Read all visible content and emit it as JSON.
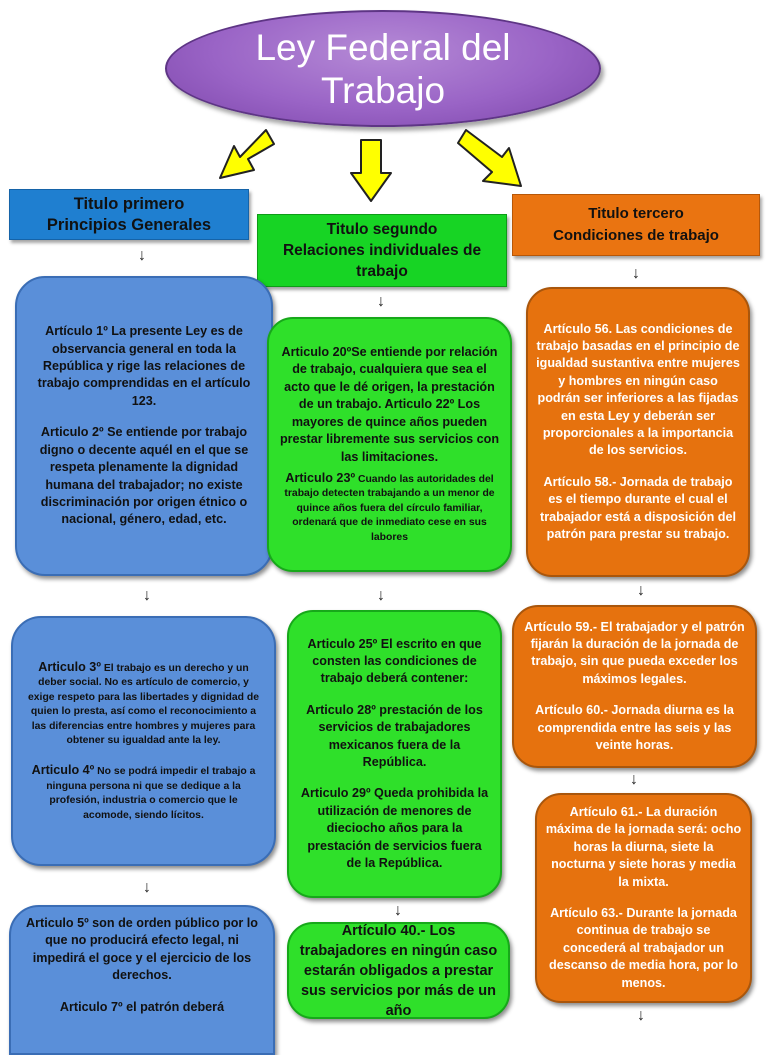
{
  "title": "Ley Federal del\nTrabajo",
  "headers": {
    "primero": "Titulo primero\nPrincipios Generales",
    "segundo": "Titulo segundo\nRelaciones individuales de\ntrabajo",
    "tercero": "Titulo tercero\nCondiciones de trabajo"
  },
  "column1": {
    "box1": {
      "art1": "Artículo 1º La presente Ley es de observancia general en toda la República y rige las relaciones de trabajo comprendidas en el artículo 123.",
      "art2": "Articulo 2º Se entiende por trabajo digno o decente aquél en el que se respeta plenamente la dignidad humana del trabajador; no existe discriminación por origen étnico o nacional, género, edad, etc."
    },
    "box2": {
      "art3_label": "Articulo 3º",
      "art3_text": "El trabajo es un derecho y un deber social. No es artículo de comercio, y exige respeto para las libertades y dignidad de quien lo presta, así como el reconocimiento a las diferencias entre hombres y mujeres para obtener su igualdad ante la ley.",
      "art4_label": "Articulo 4º",
      "art4_text": "No se podrá impedir el trabajo a ninguna persona ni que se dedique a la profesión, industria o comercio que le acomode, siendo lícitos."
    },
    "box3": {
      "art5": "Articulo 5º son de orden público por lo que no producirá efecto legal, ni impedirá el goce y el ejercicio de los derechos.",
      "art7": "Articulo 7º el patrón deberá"
    }
  },
  "column2": {
    "box1": {
      "art20_22": "Articulo 20ºSe entiende por relación de trabajo, cualquiera que sea el acto que le dé origen, la prestación de un trabajo. Articulo 22º Los mayores de quince años pueden prestar libremente sus servicios con las limitaciones.",
      "art23_label": "Articulo 23º",
      "art23_text": "Cuando las autoridades del trabajo detecten trabajando a un menor de quince años fuera del círculo familiar, ordenará que de inmediato cese en sus labores"
    },
    "box2": {
      "art25": "Articulo 25º El escrito en que consten las condiciones de trabajo deberá contener:",
      "art28": "Articulo 28º prestación de los servicios de trabajadores mexicanos fuera de la República.",
      "art29": "Articulo 29º Queda prohibida la utilización de menores de dieciocho años para la prestación de servicios fuera de la República."
    },
    "box3": {
      "art40": "Artículo 40.- Los trabajadores en ningún caso estarán obligados a prestar sus servicios por más de un año"
    }
  },
  "column3": {
    "box1": {
      "art56": "Artículo 56. Las condiciones de trabajo basadas en el principio de igualdad sustantiva entre mujeres y hombres en ningún caso podrán ser inferiores a las fijadas en esta Ley y deberán ser proporcionales a la importancia de los servicios.",
      "art58": "Artículo 58.- Jornada de trabajo es el tiempo durante el cual el trabajador está a disposición del patrón para prestar su trabajo."
    },
    "box2": {
      "art59": "Artículo 59.- El trabajador y el patrón fijarán la duración de la jornada de trabajo, sin que pueda exceder los máximos legales.",
      "art60": "Artículo 60.- Jornada diurna es la comprendida entre las seis y las veinte horas."
    },
    "box3": {
      "art61": "Artículo 61.- La duración máxima de la jornada será: ocho horas la diurna, siete la nocturna y siete horas y media la mixta.",
      "art63": "Artículo 63.- Durante la jornada continua de trabajo se concederá al trabajador un descanso de media hora, por lo menos."
    }
  },
  "connector_glyph": "↓",
  "colors": {
    "title_purple": "#9a64c6",
    "blue": "#5a8fd9",
    "header_blue": "#1f7fd0",
    "green": "#2fe02a",
    "header_green": "#17d424",
    "orange": "#e6720e",
    "arrow_yellow": "#ffff00"
  }
}
